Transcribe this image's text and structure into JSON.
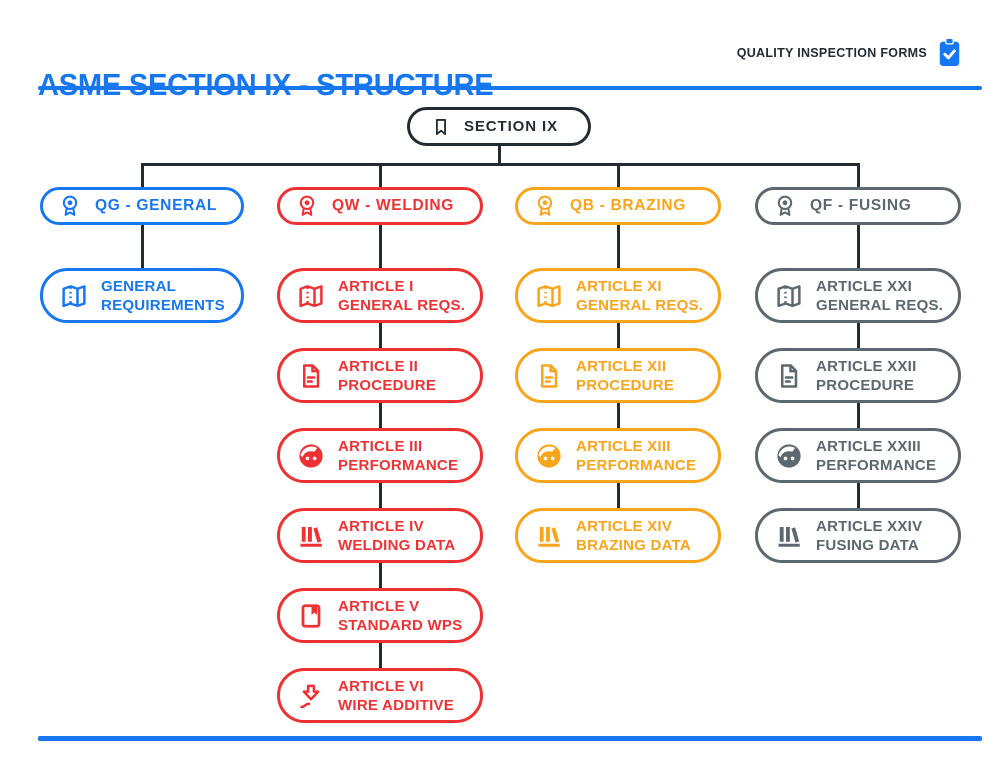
{
  "header": {
    "title": "ASME SECTION IX - STRUCTURE",
    "badge_label": "QUALITY INSPECTION FORMS",
    "badge_icon": "clipboard-check-icon"
  },
  "colors": {
    "blue": "#1777F0",
    "red": "#EE3233",
    "amber": "#F9A51B",
    "gray": "#5C686F",
    "dark": "#232C33"
  },
  "root": {
    "label": "SECTION IX",
    "icon": "bookmark-icon"
  },
  "columns": [
    {
      "id": "qg",
      "color": "#1777F0",
      "header": {
        "label": "QG - GENERAL",
        "icon": "award-ribbon-icon"
      },
      "children": [
        {
          "line1": "GENERAL",
          "line2": "REQUIREMENTS",
          "icon": "folded-map-icon"
        }
      ]
    },
    {
      "id": "qw",
      "color": "#EE3233",
      "header": {
        "label": "QW - WELDING",
        "icon": "award-ribbon-icon"
      },
      "children": [
        {
          "line1": "ARTICLE I",
          "line2": "GENERAL REQS.",
          "icon": "folded-map-icon"
        },
        {
          "line1": "ARTICLE II",
          "line2": "PROCEDURE",
          "icon": "document-icon"
        },
        {
          "line1": "ARTICLE III",
          "line2": "PERFORMANCE",
          "icon": "face-icon"
        },
        {
          "line1": "ARTICLE IV",
          "line2": "WELDING DATA",
          "icon": "library-books-icon"
        },
        {
          "line1": "ARTICLE V",
          "line2": "STANDARD WPS",
          "icon": "book-bookmark-icon"
        },
        {
          "line1": "ARTICLE VI",
          "line2": "WIRE ADDITIVE",
          "icon": "wire-feed-arrow-icon"
        }
      ]
    },
    {
      "id": "qb",
      "color": "#F9A51B",
      "header": {
        "label": "QB - BRAZING",
        "icon": "award-ribbon-icon"
      },
      "children": [
        {
          "line1": "ARTICLE XI",
          "line2": "GENERAL REQS.",
          "icon": "folded-map-icon"
        },
        {
          "line1": "ARTICLE XII",
          "line2": "PROCEDURE",
          "icon": "document-icon"
        },
        {
          "line1": "ARTICLE XIII",
          "line2": "PERFORMANCE",
          "icon": "face-icon"
        },
        {
          "line1": "ARTICLE XIV",
          "line2": "BRAZING DATA",
          "icon": "library-books-icon"
        }
      ]
    },
    {
      "id": "qf",
      "color": "#5C686F",
      "header": {
        "label": "QF - FUSING",
        "icon": "award-ribbon-icon"
      },
      "children": [
        {
          "line1": "ARTICLE XXI",
          "line2": "GENERAL REQS.",
          "icon": "folded-map-icon"
        },
        {
          "line1": "ARTICLE XXII",
          "line2": "PROCEDURE",
          "icon": "document-icon"
        },
        {
          "line1": "ARTICLE XXIII",
          "line2": "PERFORMANCE",
          "icon": "face-icon"
        },
        {
          "line1": "ARTICLE XXIV",
          "line2": "FUSING DATA",
          "icon": "library-books-icon"
        }
      ]
    }
  ]
}
